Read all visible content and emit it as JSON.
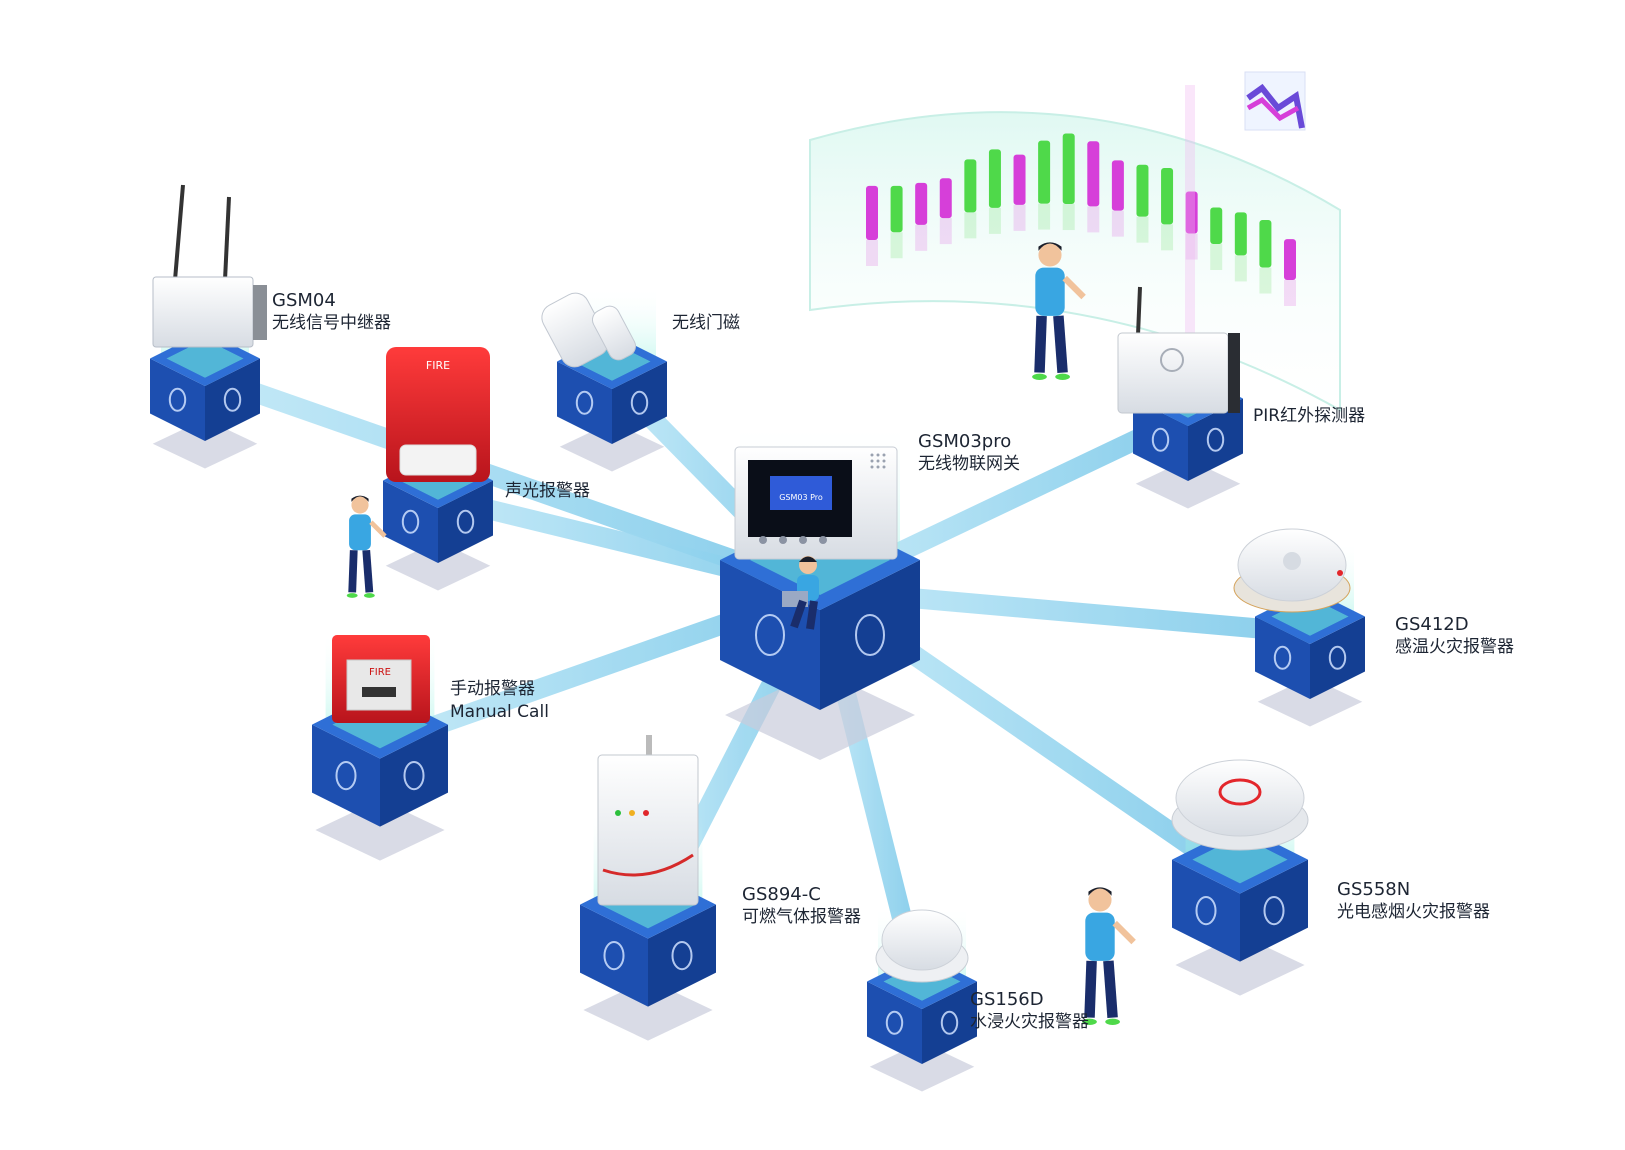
{
  "hub": {
    "model": "GSM03pro",
    "name": "无线物联网关",
    "screen_text": "GSM03 Pro"
  },
  "devices": [
    {
      "id": "gsm04",
      "model": "GSM04",
      "name": "无线信号中继器"
    },
    {
      "id": "door",
      "model": "",
      "name": "无线门磁"
    },
    {
      "id": "strobe",
      "model": "",
      "name": "声光报警器",
      "product_text": "FIRE"
    },
    {
      "id": "manual",
      "model": "",
      "name": "手动报警器",
      "sub": "Manual Call",
      "product_text": "FIRE"
    },
    {
      "id": "gas",
      "model": "GS894-C",
      "name": "可燃气体报警器"
    },
    {
      "id": "water",
      "model": "GS156D",
      "name": "水浸火灾报警器"
    },
    {
      "id": "smoke",
      "model": "GS558N",
      "name": "光电感烟火灾报警器"
    },
    {
      "id": "heat",
      "model": "GS412D",
      "name": "感温火灾报警器"
    },
    {
      "id": "pir",
      "model": "",
      "name": "PIR红外探测器"
    }
  ],
  "dashboard": {
    "bars": [
      {
        "color": "magenta",
        "value": 0.62
      },
      {
        "color": "green",
        "value": 0.48
      },
      {
        "color": "magenta",
        "value": 0.4
      },
      {
        "color": "magenta",
        "value": 0.36
      },
      {
        "color": "green",
        "value": 0.6
      },
      {
        "color": "green",
        "value": 0.7
      },
      {
        "color": "magenta",
        "value": 0.55
      },
      {
        "color": "green",
        "value": 0.78
      },
      {
        "color": "green",
        "value": 0.92
      },
      {
        "color": "magenta",
        "value": 0.82
      },
      {
        "color": "magenta",
        "value": 0.55
      },
      {
        "color": "green",
        "value": 0.58
      },
      {
        "color": "green",
        "value": 0.66
      },
      {
        "color": "magenta",
        "value": 0.4
      },
      {
        "color": "green",
        "value": 0.3
      },
      {
        "color": "green",
        "value": 0.42
      },
      {
        "color": "green",
        "value": 0.5
      },
      {
        "color": "magenta",
        "value": 0.38
      }
    ]
  },
  "colors": {
    "cube_top": "#2f6fd6",
    "cube_left": "#1d4fb0",
    "cube_right": "#143f93",
    "beam": "#8fd3ee",
    "magenta": "#d63fd9",
    "green": "#4fd94a",
    "shadow": "#c9ccdc"
  }
}
